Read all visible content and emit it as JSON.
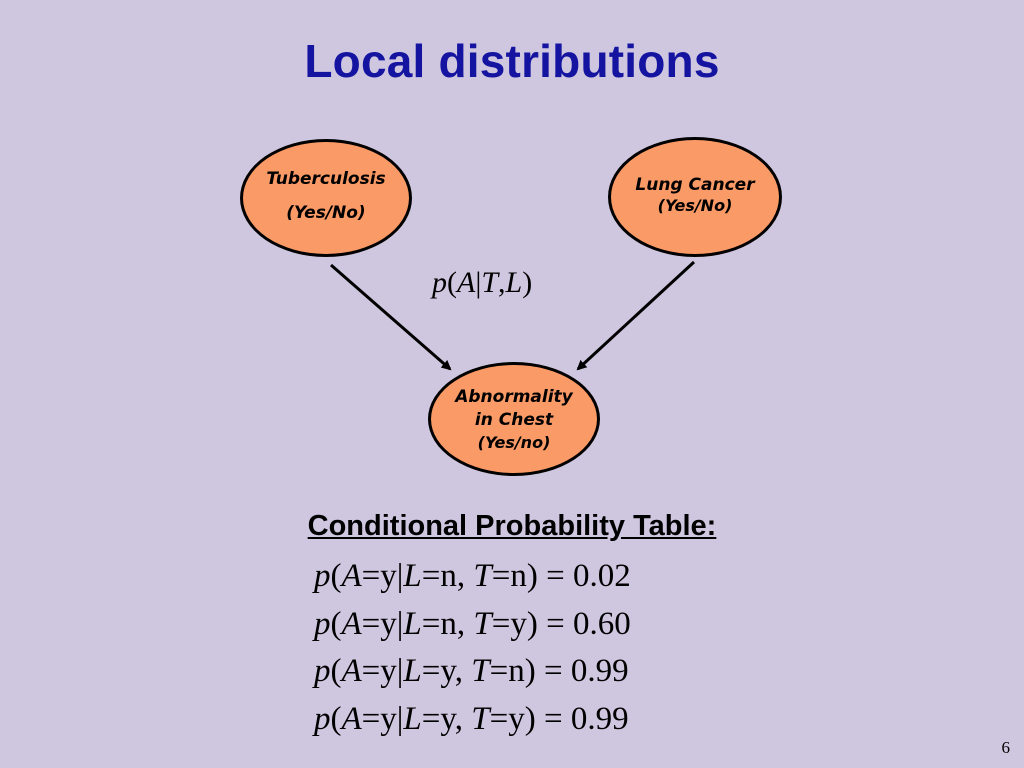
{
  "slide": {
    "title": "Local distributions",
    "page_number": "6"
  },
  "diagram": {
    "nodes": [
      {
        "id": "tuberculosis",
        "label": "Tuberculosis",
        "states": "(Yes/No)"
      },
      {
        "id": "lung_cancer",
        "label": "Lung Cancer",
        "states": "(Yes/No)"
      },
      {
        "id": "abnormality",
        "label_line1": "Abnormality",
        "label_line2": "in Chest",
        "states": "(Yes/no)"
      }
    ],
    "edges": [
      {
        "from": "tuberculosis",
        "to": "abnormality"
      },
      {
        "from": "lung_cancer",
        "to": "abnormality"
      }
    ],
    "formula": {
      "p": "p",
      "open": "(",
      "A": "A",
      "bar": "|",
      "T": "T",
      "comma": ",",
      "L": "L",
      "close": ")"
    }
  },
  "cpt": {
    "heading": "Conditional Probability Table:",
    "rows": [
      {
        "L": "n",
        "T": "n",
        "value": "0.02"
      },
      {
        "L": "n",
        "T": "y",
        "value": "0.60"
      },
      {
        "L": "y",
        "T": "n",
        "value": "0.99"
      },
      {
        "L": "y",
        "T": "y",
        "value": "0.99"
      }
    ]
  },
  "colors": {
    "background": "#CFC7E0",
    "title": "#1414A0",
    "node_fill": "#FA9A66",
    "node_border": "#000000"
  }
}
